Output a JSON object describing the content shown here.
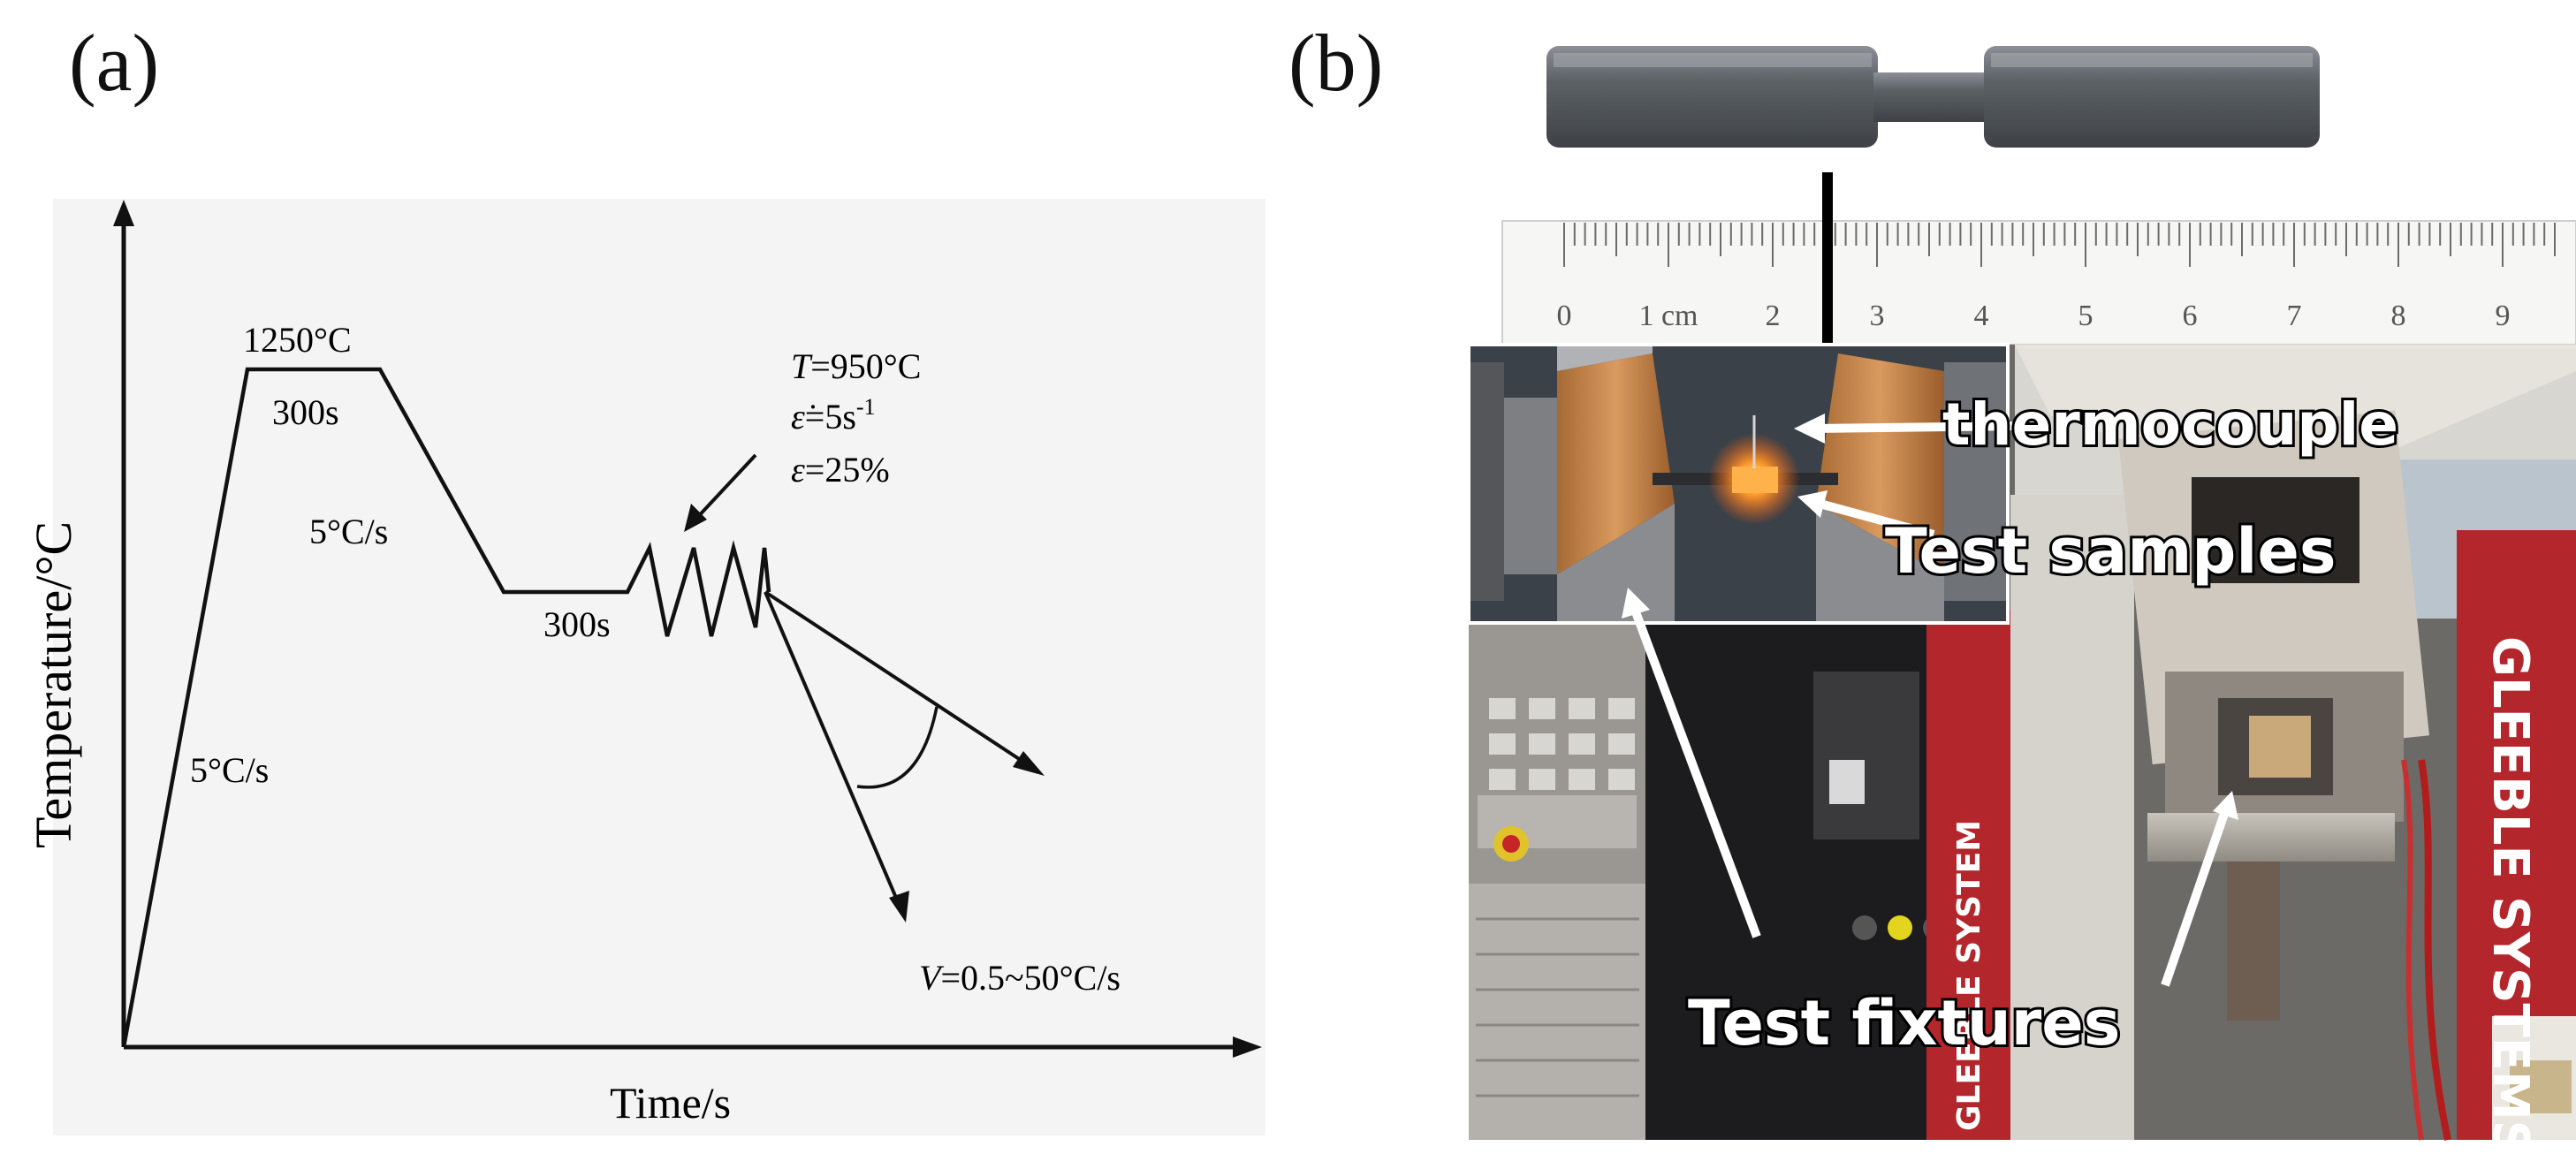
{
  "panel_a": {
    "label": "(a)",
    "x_axis_label": "Time/s",
    "y_axis_label": "Temperature/°C",
    "peak_temp": "1250°C",
    "hold_time_1": "300s",
    "heating_rate": "5°C/s",
    "cooling_rate_1": "5°C/s",
    "hold_time_2": "300s",
    "deform_temp_prefix": "T",
    "deform_temp_value": "=950°C",
    "strain_rate_symbol": "ε̇",
    "strain_rate_value": "=5s",
    "strain_rate_exp": "-1",
    "strain_symbol": "ε",
    "strain_value": "=25%",
    "cooling_range_prefix": "V",
    "cooling_range_value": "=0.5~50°C/s"
  },
  "panel_b": {
    "label": "(b)",
    "ruler_ticks": [
      "0",
      "1 cm",
      "2",
      "3",
      "4",
      "5",
      "6",
      "7",
      "8",
      "9"
    ],
    "callout_thermocouple": "thermocouple",
    "callout_samples": "Test samples",
    "callout_fixtures": "Test fixtures",
    "machine_brand": "GLEEBLE SYSTEMS",
    "machine_brand_left": "GLEEBLE SYSTEM",
    "colors": {
      "machine_red": "#b3262b",
      "copper": "#c98a4e",
      "glow": "#ff7a1a",
      "sample_steel": "#6b6f74"
    }
  }
}
